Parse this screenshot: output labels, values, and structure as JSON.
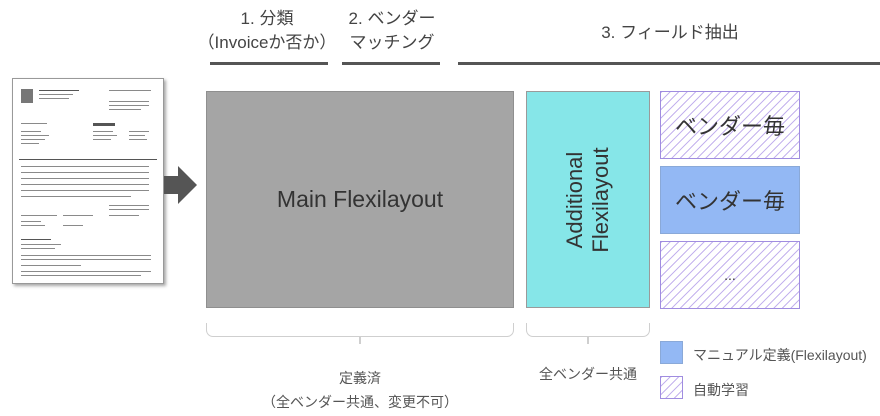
{
  "steps": [
    {
      "line1": "1. 分類",
      "line2": "（Invoiceか否か）"
    },
    {
      "line1": "2. ベンダー",
      "line2": "マッチング"
    },
    {
      "line1": "3. フィールド抽出"
    }
  ],
  "main_box": {
    "label": "Main Flexilayout"
  },
  "additional_box": {
    "line1": "Additional",
    "line2": "Flexilayout"
  },
  "vendor_boxes": [
    {
      "label": "ベンダー毎",
      "type": "auto"
    },
    {
      "label": "ベンダー毎",
      "type": "manual"
    },
    {
      "label": "...",
      "type": "auto"
    }
  ],
  "bottom": {
    "defined": "定義済",
    "defined_sub": "（全ベンダー共通、変更不可）",
    "common": "全ベンダー共通"
  },
  "legend": [
    {
      "label": "マニュアル定義(Flexilayout)",
      "color": "#93b8f4"
    },
    {
      "label": "自動学習",
      "color": "#c4b3ee"
    }
  ],
  "colors": {
    "main": "#a5a5a5",
    "additional": "#86e6e8",
    "manual": "#93b8f4",
    "auto_hatch": "#c4b3ee"
  }
}
